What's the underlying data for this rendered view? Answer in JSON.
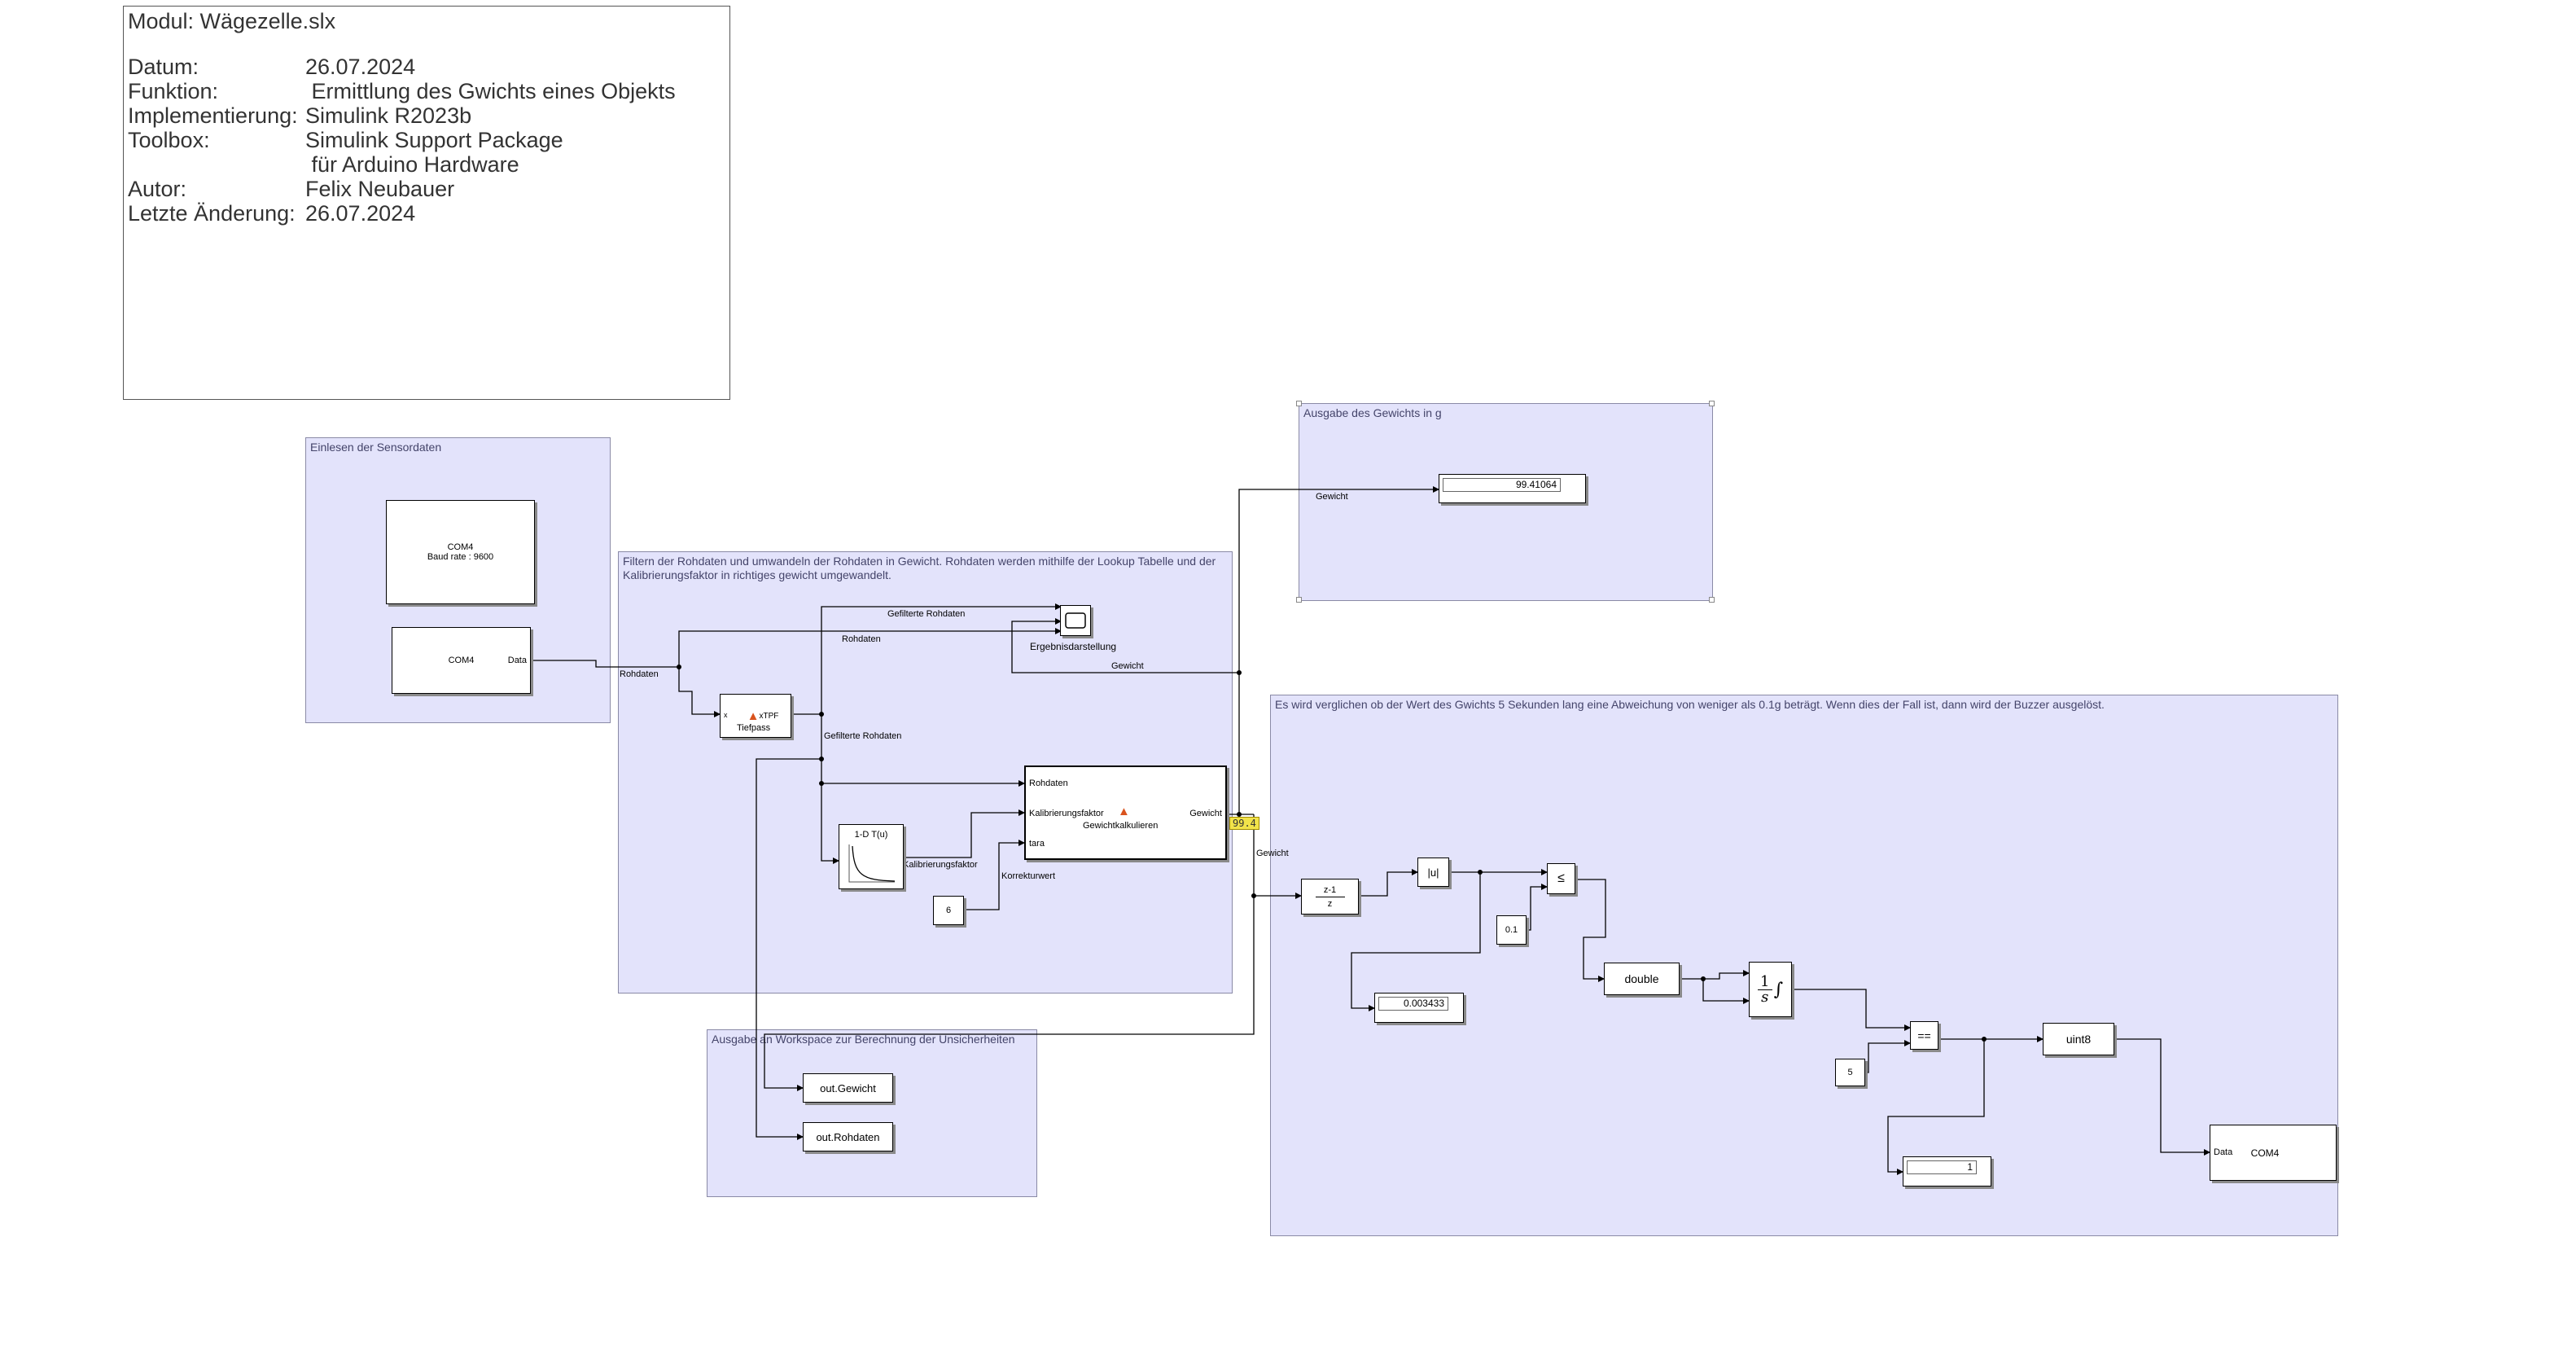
{
  "info": {
    "title": "Modul: Wägezelle.slx",
    "rows": [
      {
        "key": "Datum:",
        "value": "26.07.2024"
      },
      {
        "key": "Funktion:",
        "value": " Ermittlung des Gwichts eines Objekts"
      },
      {
        "key": "Implementierung:",
        "value": "Simulink R2023b"
      },
      {
        "key": "Toolbox:",
        "value": "Simulink Support Package"
      },
      {
        "key": "",
        "value": " für Arduino Hardware"
      },
      {
        "key": "Autor:",
        "value": "Felix Neubauer"
      },
      {
        "key": "Letzte Änderung:",
        "value": "26.07.2024"
      }
    ]
  },
  "areas": {
    "sensor": "Einlesen der Sensordaten",
    "filter": "Filtern der Rohdaten und umwandeln der Rohdaten in Gewicht. Rohdaten werden mithilfe der Lookup Tabelle und der Kalibrierungsfaktor in richtiges gewicht umgewandelt.",
    "output": "Ausgabe des Gewichts in g",
    "compare": "Es wird verglichen ob der Wert des Gwichts 5 Sekunden lang eine Abweichung von weniger als 0.1g beträgt. Wenn dies der Fall ist, dann wird der Buzzer ausgelöst.",
    "workspace": "Ausgabe an Workspace zur Berechnung der Unsicherheiten"
  },
  "blocks": {
    "com_config": {
      "line1": "COM4",
      "line2": "Baud rate : 9600"
    },
    "serial_rx": {
      "name": "COM4",
      "port": "Data"
    },
    "tiefpass": {
      "text": "xTPF",
      "name": "Tiefpass",
      "in": "x"
    },
    "scope_name": "Ergebnisdarstellung",
    "lookup": {
      "text": "1-D T(u)"
    },
    "gewicht_calc": {
      "name": "Gewichtkalkulieren",
      "in1": "Rohdaten",
      "in2": "Kalibrierungsfaktor",
      "in3": "tara",
      "out": "Gewicht"
    },
    "const6": "6",
    "display_weight": "99.41064",
    "probe": "99.4",
    "delay_tf": {
      "num": "z-1",
      "den": "z"
    },
    "abs": "|u|",
    "le": "≤",
    "const01": "0.1",
    "display_diff": "0.003433",
    "double": "double",
    "integrator": {
      "num": "1",
      "den": "s"
    },
    "eq": "==",
    "const5": "5",
    "uint8": "uint8",
    "display_one": "1",
    "serial_tx": {
      "port": "Data",
      "name": "COM4"
    },
    "out_gewicht": "out.Gewicht",
    "out_rohdaten": "out.Rohdaten"
  },
  "signals": {
    "rohdaten_1": "Rohdaten",
    "rohdaten_2": "Rohdaten",
    "gefilterte_1": "Gefilterte Rohdaten",
    "gefilterte_2": "Gefilterte Rohdaten",
    "gewicht_scope": "Gewicht",
    "gewicht_out": "Gewicht",
    "gewicht_cmp": "Gewicht",
    "kalibrierung": "Kalibrierungsfaktor",
    "korrektur": "Korrekturwert"
  }
}
